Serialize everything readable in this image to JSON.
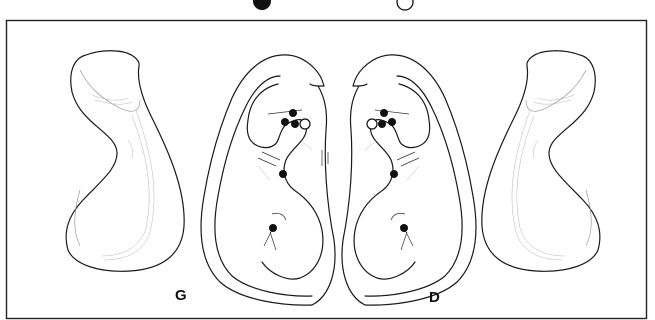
{
  "legend": {
    "filled_marker": "filled-dot",
    "open_marker": "open-dot"
  },
  "labels": {
    "left": "G",
    "right": "D"
  },
  "colors": {
    "ink": "#1a1a1a",
    "frame": "#222222",
    "background": "#ffffff"
  }
}
